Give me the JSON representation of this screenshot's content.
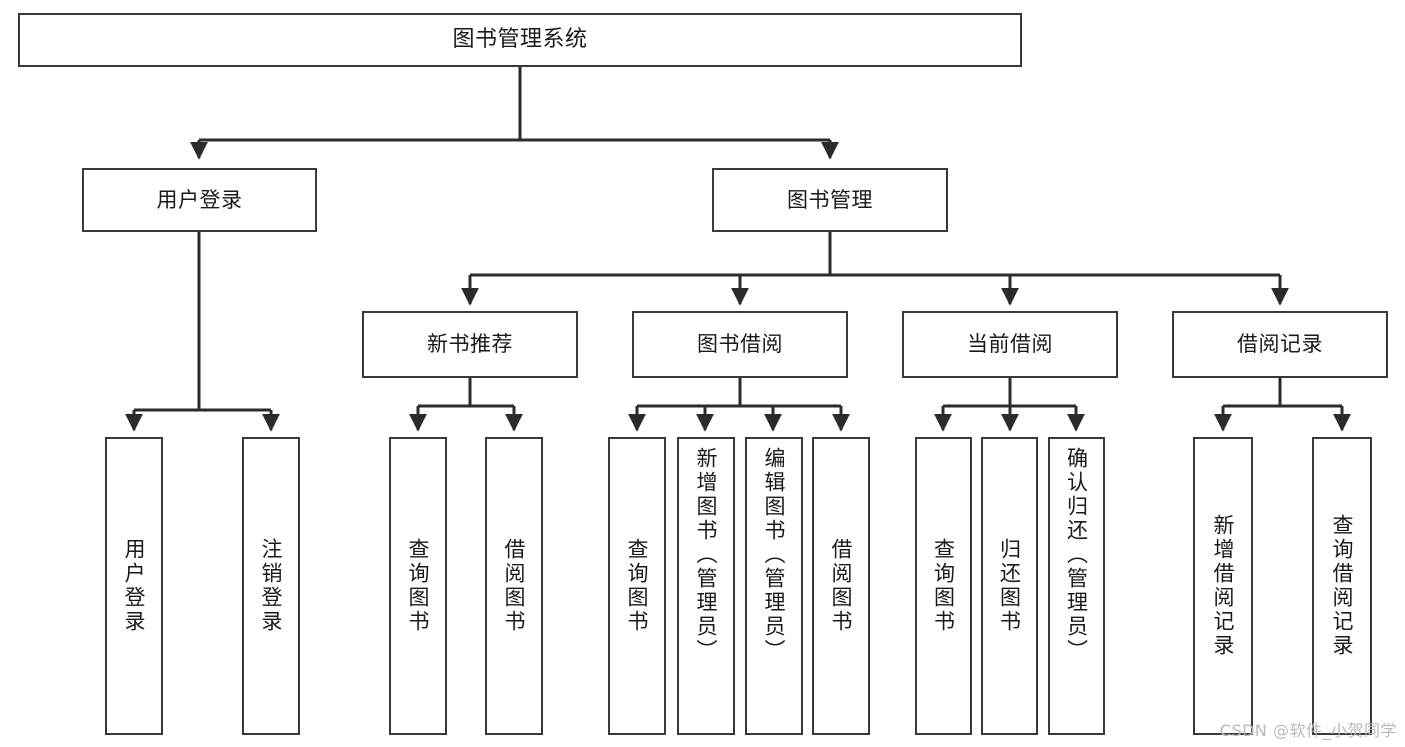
{
  "diagram": {
    "title": "图书管理系统",
    "watermark": "CSDN @软件_小贺同学",
    "colors": {
      "box_border": "#3a3a3a",
      "box_fill": "#ffffff",
      "connector": "#2b2b2b",
      "text": "#1a1a1a",
      "watermark": "#b9b9b9"
    },
    "root": {
      "label": "图书管理系统"
    },
    "level2": [
      {
        "label": "用户登录"
      },
      {
        "label": "图书管理"
      }
    ],
    "level3": [
      {
        "label": "新书推荐"
      },
      {
        "label": "图书借阅"
      },
      {
        "label": "当前借阅"
      },
      {
        "label": "借阅记录"
      }
    ],
    "leaves": {
      "user_login": [
        {
          "label": "用户登录"
        },
        {
          "label": "注销登录"
        }
      ],
      "new_book": [
        {
          "label": "查询图书"
        },
        {
          "label": "借阅图书"
        }
      ],
      "book_borrow": [
        {
          "label": "查询图书"
        },
        {
          "label": "新增图书（管理员）"
        },
        {
          "label": "编辑图书（管理员）"
        },
        {
          "label": "借阅图书"
        }
      ],
      "current_borrow": [
        {
          "label": "查询图书"
        },
        {
          "label": "归还图书"
        },
        {
          "label": "确认归还（管理员）"
        }
      ],
      "borrow_record": [
        {
          "label": "新增借阅记录"
        },
        {
          "label": "查询借阅记录"
        }
      ]
    }
  }
}
